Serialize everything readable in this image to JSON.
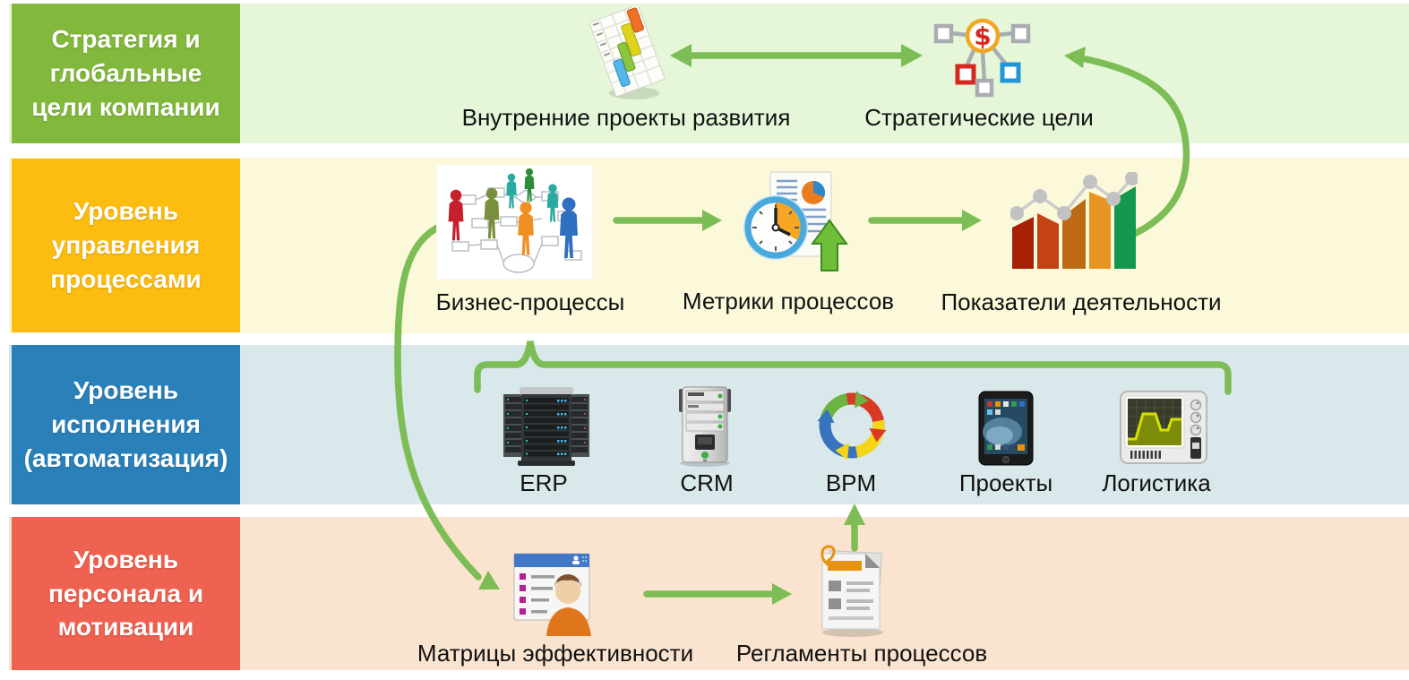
{
  "diagram": {
    "arrow_color": "#7cbd55",
    "rows": [
      {
        "title": "Стратегия и глобальные цели компании",
        "block_color": "#82b93c",
        "band_color": "#e5f6d9",
        "items": [
          {
            "label": "Внутренние проекты развития",
            "icon": "gantt-chart-icon"
          },
          {
            "label": "Стратегические цели",
            "icon": "goal-network-icon"
          }
        ]
      },
      {
        "title": "Уровень управления процессами",
        "block_color": "#fdbd10",
        "band_color": "#fbf9da",
        "items": [
          {
            "label": "Бизнес-процессы",
            "icon": "business-process-people-icon"
          },
          {
            "label": "Метрики процессов",
            "icon": "clock-metrics-icon"
          },
          {
            "label": "Показатели деятельности",
            "icon": "performance-bars-icon"
          }
        ]
      },
      {
        "title": "Уровень исполнения (автоматизация)",
        "block_color": "#2a80b9",
        "band_color": "#d9e8ea",
        "items": [
          {
            "label": "ERP",
            "icon": "server-rack-icon"
          },
          {
            "label": "CRM",
            "icon": "server-tower-icon"
          },
          {
            "label": "BPM",
            "icon": "cycle-arrows-icon"
          },
          {
            "label": "Проекты",
            "icon": "tablet-icon"
          },
          {
            "label": "Логистика",
            "icon": "monitor-device-icon"
          }
        ]
      },
      {
        "title": "Уровень персонала и мотивации",
        "block_color": "#ef6150",
        "band_color": "#fae4cf",
        "items": [
          {
            "label": "Матрицы эффективности",
            "icon": "person-form-icon"
          },
          {
            "label": "Регламенты процессов",
            "icon": "document-clip-icon"
          }
        ]
      }
    ]
  }
}
